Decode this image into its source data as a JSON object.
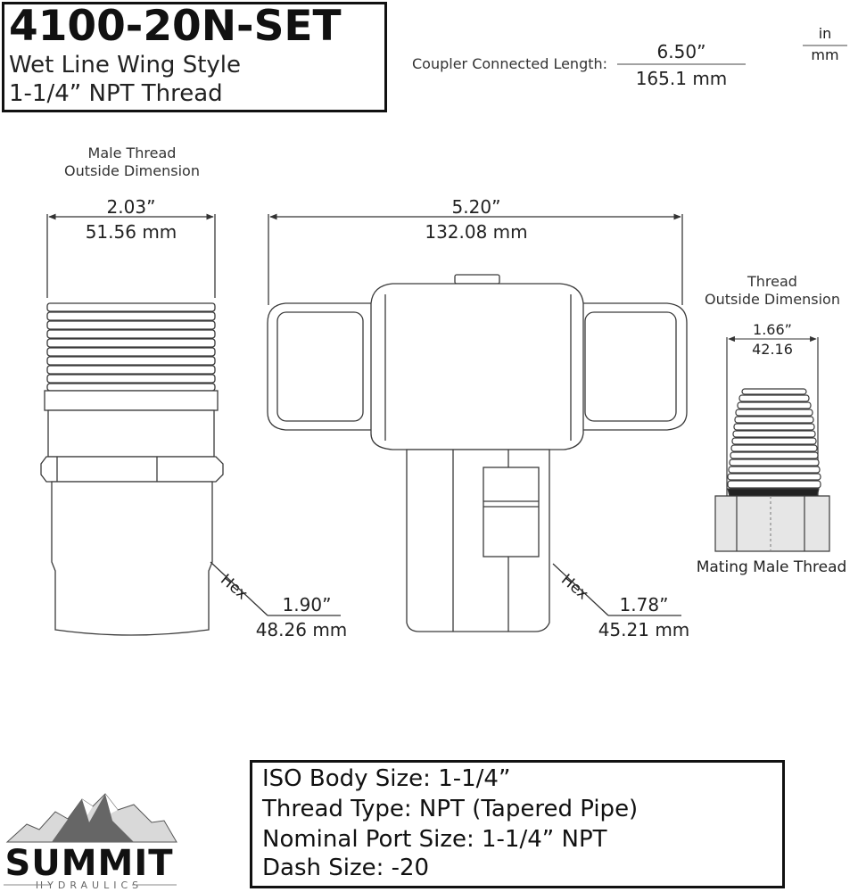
{
  "header": {
    "part_number": "4100-20N-SET",
    "subtitle_line1": "Wet Line Wing Style",
    "subtitle_line2": "1-1/4” NPT Thread"
  },
  "coupler_length": {
    "label": "Coupler Connected Length:",
    "in": "6.50”",
    "mm": "165.1 mm"
  },
  "units_legend": {
    "top": "in",
    "bottom": "mm"
  },
  "male_thread": {
    "label_line1": "Male Thread",
    "label_line2": "Outside Dimension",
    "in": "2.03”",
    "mm": "51.56 mm",
    "hex_label": "Hex",
    "hex_in": "1.90”",
    "hex_mm": "48.26 mm"
  },
  "coupler_body": {
    "width_in": "5.20”",
    "width_mm": "132.08 mm",
    "hex_label": "Hex",
    "hex_in": "1.78”",
    "hex_mm": "45.21 mm"
  },
  "mating_thread": {
    "label_line1": "Thread",
    "label_line2": "Outside Dimension",
    "in": "1.66”",
    "mm": "42.16",
    "caption": "Mating Male Thread"
  },
  "specs": {
    "iso_body": "ISO Body Size: 1-1/4”",
    "thread_type": "Thread Type: NPT (Tapered Pipe)",
    "port_size": "Nominal Port Size: 1-1/4” NPT",
    "dash_size": "Dash Size: -20"
  },
  "brand": {
    "name": "SUMMIT",
    "sub": "HYDRAULICS"
  },
  "colors": {
    "line": "#3a3a3a",
    "fill": "#ffffff",
    "shade": "#e6e6e6",
    "border": "#111111"
  }
}
